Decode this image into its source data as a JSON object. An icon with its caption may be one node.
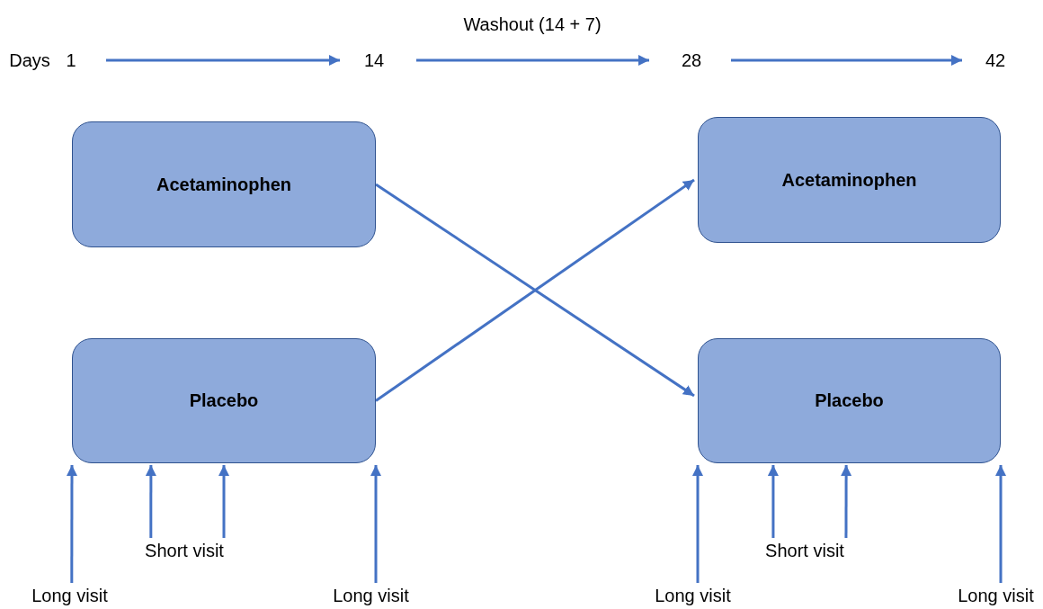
{
  "diagram": {
    "nodes": [
      {
        "text": [
          "1"
        ]
      },
      {
        "text": [
          "14"
        ]
      },
      {
        "text": [
          "28"
        ]
      },
      {
        "text": [
          "42"
        ]
      },
      {
        "text": [
          "Acetaminophen"
        ]
      },
      {
        "text": [
          "Acetaminophen"
        ]
      },
      {
        "text": [
          "Placebo"
        ]
      },
      {
        "text": [
          "Placebo"
        ]
      },
      {
        "text": [
          "Short visit"
        ]
      },
      {
        "text": [
          "Short visit"
        ]
      },
      {
        "text": [
          "Long visit"
        ]
      },
      {
        "text": [
          "Long visit"
        ]
      },
      {
        "text": [
          "Long visit"
        ]
      },
      {
        "text": [
          "Long visit"
        ]
      }
    ],
    "edges": [
      {
        "from": 0,
        "to": 1,
        "arrow": "to"
      },
      {
        "from": 1,
        "to": 2,
        "arrow": "to",
        "label": "Washout (14 + 7)"
      },
      {
        "from": 2,
        "to": 3,
        "arrow": "to"
      },
      {
        "from": 4,
        "to": 7,
        "arrow": "to"
      },
      {
        "from": 6,
        "to": 5,
        "arrow": "to"
      },
      {
        "from": 10,
        "to": 6,
        "arrow": "to"
      },
      {
        "from": 8,
        "to": 6,
        "arrow": "to"
      },
      {
        "from": 8,
        "to": 6,
        "arrow": "to"
      },
      {
        "from": 11,
        "to": 6,
        "arrow": "to"
      },
      {
        "from": 12,
        "to": 7,
        "arrow": "to"
      },
      {
        "from": 9,
        "to": 7,
        "arrow": "to"
      },
      {
        "from": 9,
        "to": 7,
        "arrow": "to"
      },
      {
        "from": 13,
        "to": 7,
        "arrow": "to"
      }
    ],
    "labels": [
      "Days"
    ]
  }
}
